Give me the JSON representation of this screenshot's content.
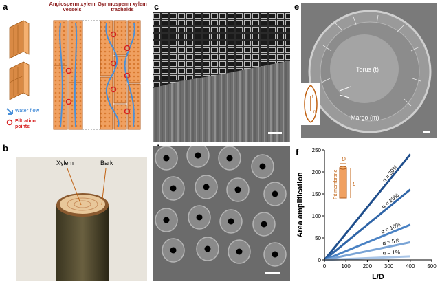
{
  "panels": {
    "a": {
      "letter": "a",
      "col1_title": "Angiosperm xylem vessels",
      "col2_title": "Gymnosperm xylem tracheids",
      "legend_water": "Water flow",
      "legend_filter": "Filtration points",
      "colors": {
        "tube": "#f0a060",
        "tube_stroke": "#b05a1a",
        "flow": "#4a90d9",
        "filter": "#d62020",
        "title": "#8b1a1a"
      }
    },
    "b": {
      "letter": "b",
      "label_xylem": "Xylem",
      "label_bark": "Bark"
    },
    "c": {
      "letter": "c"
    },
    "d": {
      "letter": "d"
    },
    "e": {
      "letter": "e",
      "label_torus": "Torus (t)",
      "label_margo": "Margo (m)",
      "inset_t": "t",
      "inset_m": "m"
    },
    "f": {
      "letter": "f",
      "inset_d": "D",
      "inset_l": "L",
      "inset_membrane": "Pit membrane"
    }
  },
  "chart_data": {
    "type": "line",
    "xlabel": "L/D",
    "ylabel": "Area amplification",
    "xlim": [
      0,
      500
    ],
    "ylim": [
      0,
      250
    ],
    "xticks": [
      0,
      100,
      200,
      300,
      400,
      500
    ],
    "yticks": [
      0,
      50,
      100,
      150,
      200,
      250
    ],
    "series": [
      {
        "name": "α = 30%",
        "color": "#1f4e8c",
        "x": [
          0,
          400
        ],
        "y": [
          0,
          240
        ]
      },
      {
        "name": "α = 20%",
        "color": "#2f65a8",
        "x": [
          0,
          400
        ],
        "y": [
          0,
          160
        ]
      },
      {
        "name": "α = 10%",
        "color": "#4a82c4",
        "x": [
          0,
          400
        ],
        "y": [
          0,
          80
        ]
      },
      {
        "name": "α = 5%",
        "color": "#7aa4d6",
        "x": [
          0,
          400
        ],
        "y": [
          0,
          40
        ]
      },
      {
        "name": "α = 1%",
        "color": "#aac6e8",
        "x": [
          0,
          400
        ],
        "y": [
          0,
          8
        ]
      }
    ]
  }
}
